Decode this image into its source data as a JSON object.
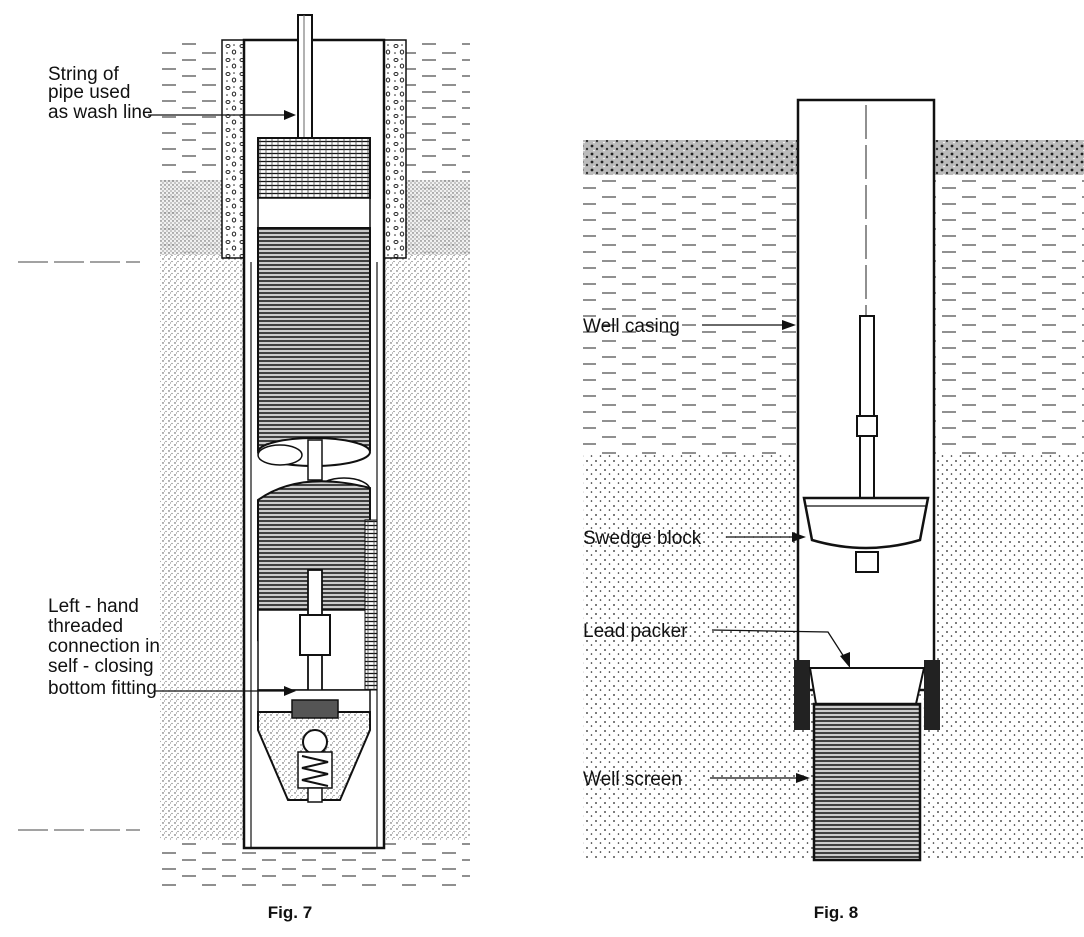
{
  "fig7": {
    "caption": "Fig. 7",
    "label_pipe": [
      "String of",
      "pipe used",
      "as wash line"
    ],
    "label_fitting": [
      "Left - hand",
      "threaded",
      "connection in",
      "self - closing",
      "bottom fitting"
    ]
  },
  "fig8": {
    "caption": "Fig. 8",
    "label_casing": "Well casing",
    "label_swedge": "Swedge block",
    "label_packer": "Lead packer",
    "label_screen": "Well screen"
  },
  "colors": {
    "ink": "#111111",
    "stipple": "#d8d8d8",
    "dark": "#333333",
    "paper": "#ffffff"
  }
}
